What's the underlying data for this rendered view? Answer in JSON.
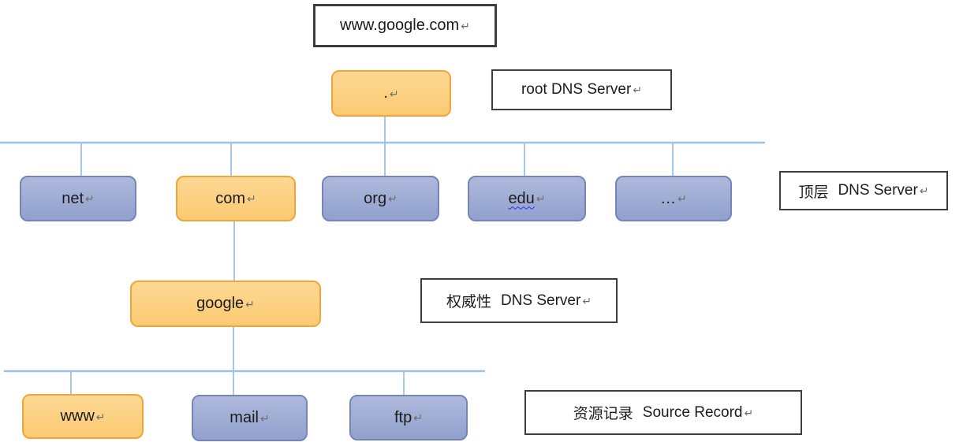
{
  "marks": {
    "return": "↵"
  },
  "query_box": {
    "text": "www.google.com"
  },
  "nodes": {
    "root": {
      "label": "."
    },
    "net": {
      "label": "net"
    },
    "com": {
      "label": "com"
    },
    "org": {
      "label": "org"
    },
    "edu": {
      "label": "edu"
    },
    "more": {
      "label": "…"
    },
    "google": {
      "label": "google"
    },
    "www": {
      "label": "www"
    },
    "mail": {
      "label": "mail"
    },
    "ftp": {
      "label": "ftp"
    }
  },
  "annotations": {
    "root_level": {
      "text": "root DNS Server"
    },
    "top_level": {
      "zh": "顶层",
      "en": "DNS Server"
    },
    "authoritative": {
      "zh": "权威性",
      "en": "DNS Server"
    },
    "resource_record": {
      "zh": "资源记录",
      "en": "Source Record"
    }
  },
  "colors": {
    "orange-fill-top": "#fdd893",
    "orange-fill-bottom": "#fbca72",
    "orange-border": "#f0a53c",
    "blue-fill-top": "#aeb9dc",
    "blue-fill-bottom": "#91a1cd",
    "blue-border": "#7585bc",
    "label-border": "#3d3d3d",
    "line-blue": "#9cc3e6",
    "text": "#1c1c1c"
  }
}
